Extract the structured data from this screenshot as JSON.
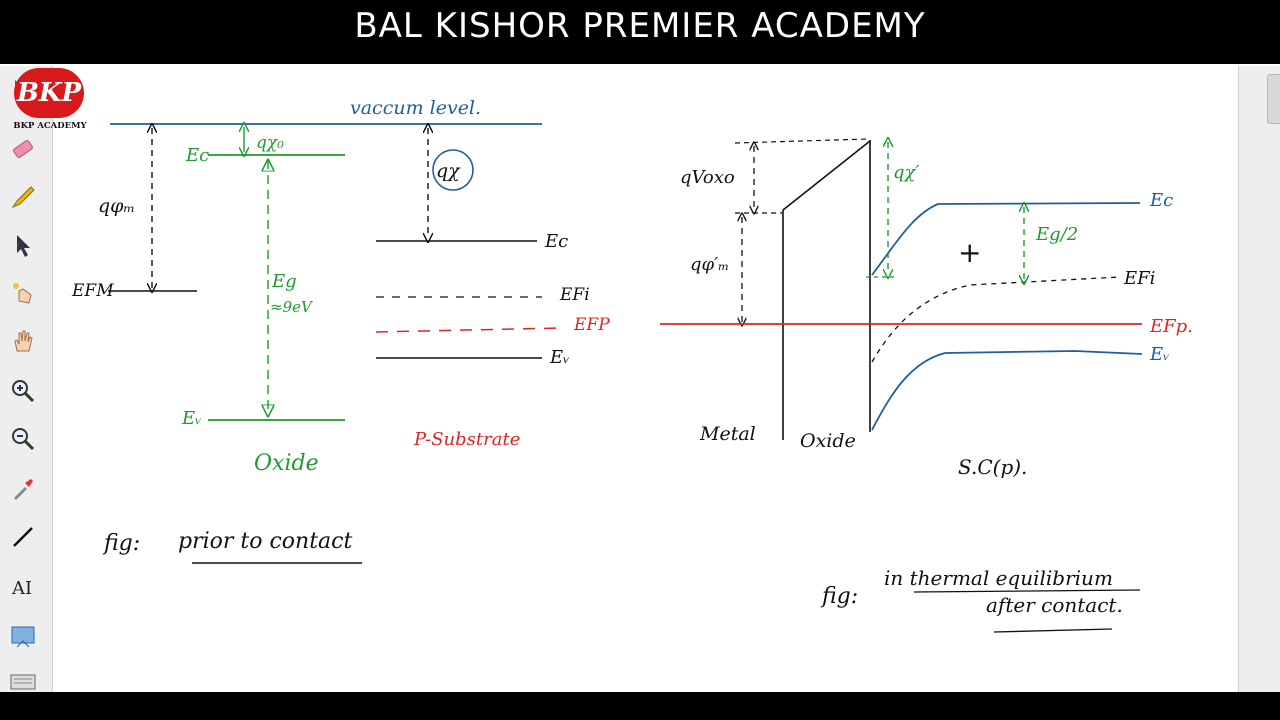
{
  "header": {
    "title": "BAL KISHOR PREMIER ACADEMY"
  },
  "logo": {
    "badge_text": "BKP",
    "caption": "BKP ACADEMY",
    "color": "#d91a1a"
  },
  "toolbar": {
    "tools": [
      "pointer-icon",
      "eraser-icon",
      "pen-icon",
      "select-arrow-icon",
      "laser-pointer-icon",
      "hand-pan-icon",
      "zoom-in-icon",
      "zoom-out-icon",
      "color-picker-icon",
      "line-tool-icon",
      "text-tool-icon",
      "screen-clip-icon",
      "keyboard-icon"
    ]
  },
  "colors": {
    "green": "#1f9a2c",
    "blue": "#215e9e",
    "red": "#e02424",
    "black": "#111111"
  },
  "left_figure": {
    "vacuum_label": "vaccum level.",
    "q_chi0": "qχ₀",
    "q_phi_m": "qφₘ",
    "E_FM": "EFM",
    "oxide_Ec": "Ec",
    "Eg": "Eg",
    "Eg_value": "≈9eV",
    "oxide_Ev": "Eᵥ",
    "oxide_label": "Oxide",
    "q_chi": "qχ",
    "sc_Ec": "Ec",
    "sc_EFi": "EFi",
    "sc_EFp": "EFP",
    "sc_Ev": "Eᵥ",
    "substrate_label": "P-Substrate",
    "caption_prefix": "fig:",
    "caption": "prior to contact"
  },
  "right_figure": {
    "q_Voxo": "qVoxo",
    "q_phi_m_prime": "qφ′ₘ",
    "q_chi_prime": "qχ′",
    "Eg_half": "Eg/2",
    "Ec": "Ec",
    "EFi": "EFi",
    "EFp": "EFp.",
    "Ev": "Eᵥ",
    "plus": "+",
    "metal_label": "Metal",
    "oxide_label": "Oxide",
    "sc_label": "S.C(p).",
    "caption_prefix": "fig:",
    "caption_line1": "in thermal equilibrium",
    "caption_line2": "after contact."
  }
}
